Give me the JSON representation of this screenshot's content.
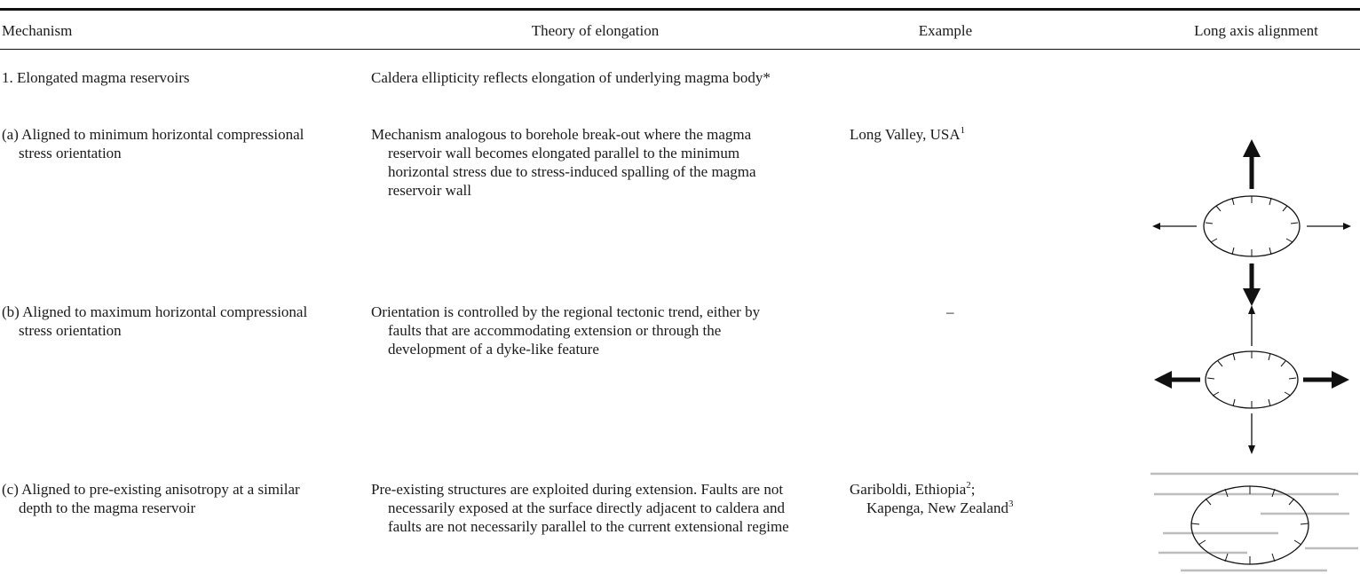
{
  "headers": {
    "mechanism": "Mechanism",
    "theory": "Theory of elongation",
    "example": "Example",
    "alignment": "Long axis alignment"
  },
  "rows": [
    {
      "mechanism": "1. Elongated magma reservoirs",
      "theory": "Caldera ellipticity reflects elongation of underlying magma body*",
      "example": "",
      "figure": "none"
    },
    {
      "mechanism": "(a) Aligned to minimum horizontal compressional stress orientation",
      "theory": "Mechanism analogous to borehole break-out where the magma reservoir wall becomes elongated parallel to the minimum horizontal stress due to stress-induced spalling of the magma reservoir wall",
      "example": "Long Valley, USA",
      "example_ref": "1",
      "figure": "ellipse-horizontal-strong-vertical-arrows"
    },
    {
      "mechanism": "(b) Aligned to maximum horizontal compressional stress orientation",
      "theory": "Orientation is controlled by the regional tectonic trend, either by faults that are accommodating extension or through the development of a dyke-like feature",
      "example": "–",
      "figure": "ellipse-horizontal-strong-horizontal-arrows"
    },
    {
      "mechanism": "(c) Aligned to pre-existing anisotropy at a similar depth to the magma reservoir",
      "theory": "Pre-existing structures are exploited during extension. Faults are not necessarily exposed at the surface directly adjacent to caldera and faults are not necessarily parallel to the current extensional regime",
      "example": "Gariboldi, Ethiopia",
      "example_ref": "2",
      "example_sep": ";",
      "example2": "Kapenga, New Zealand",
      "example2_ref": "3",
      "figure": "ellipse-over-parallel-grey-lines"
    }
  ],
  "colors": {
    "rule": "#111111",
    "text": "#1a1a1a",
    "fault_lines": "#bdbdbd"
  }
}
